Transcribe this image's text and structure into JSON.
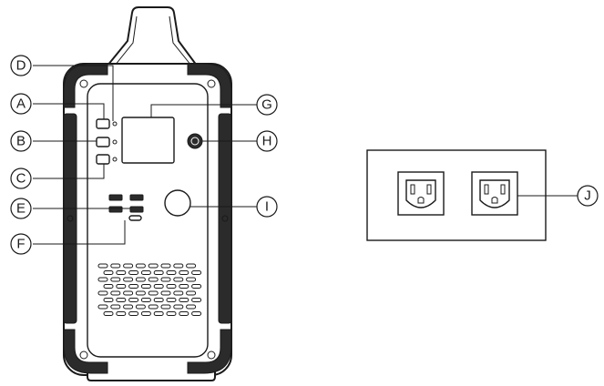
{
  "callouts": {
    "a": "A",
    "b": "B",
    "c": "C",
    "d": "D",
    "e": "E",
    "f": "F",
    "g": "G",
    "h": "H",
    "i": "I",
    "j": "J"
  },
  "vent_grid": {
    "rows": 8,
    "cols": 8
  }
}
